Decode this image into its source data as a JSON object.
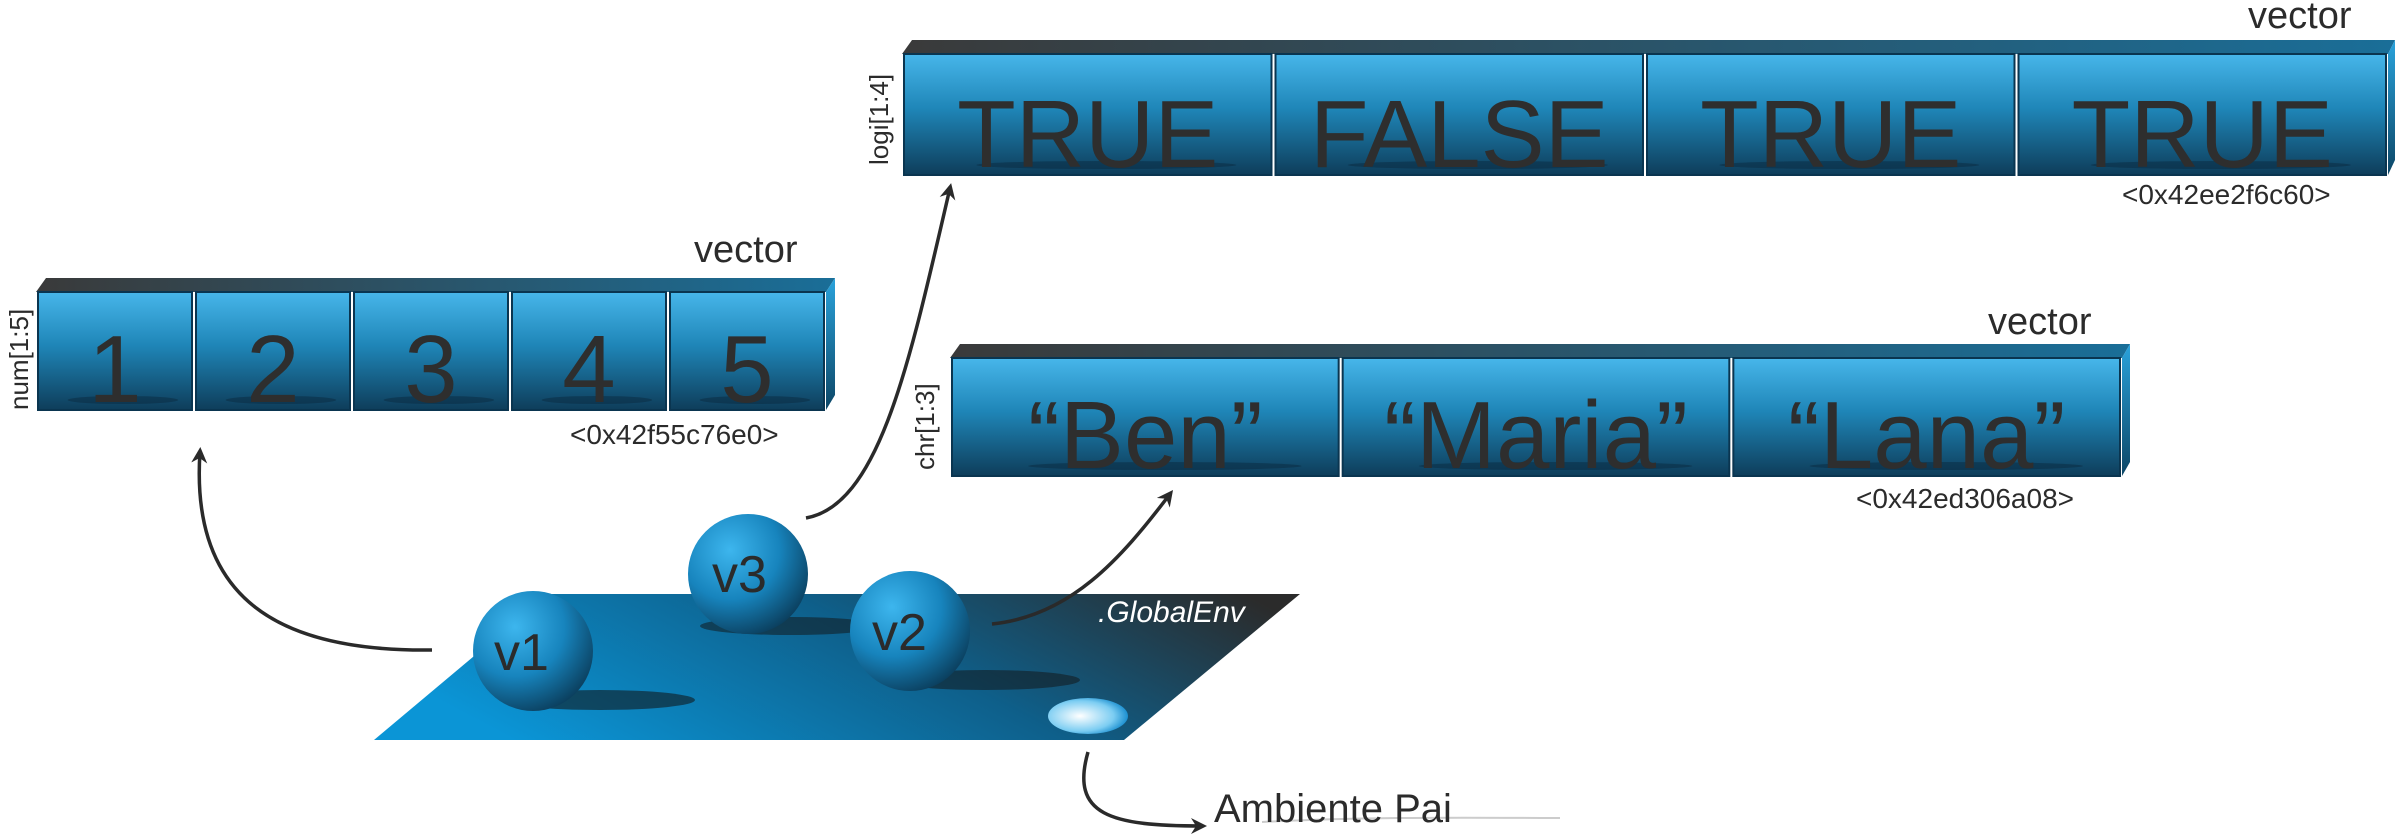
{
  "vectors": {
    "logi": {
      "type_label": "vector",
      "dim_label": "logi[1:4]",
      "address": "<0x42ee2f6c60>",
      "cells": [
        "TRUE",
        "FALSE",
        "TRUE",
        "TRUE"
      ]
    },
    "num": {
      "type_label": "vector",
      "dim_label": "num[1:5]",
      "address": "<0x42f55c76e0>",
      "cells": [
        "1",
        "2",
        "3",
        "4",
        "5"
      ]
    },
    "chr": {
      "type_label": "vector",
      "dim_label": "chr[1:3]",
      "address": "<0x42ed306a08>",
      "cells": [
        "“Ben”",
        "“Maria”",
        "“Lana”"
      ]
    }
  },
  "environment": {
    "name": ".GlobalEnv",
    "parent_label": "Ambiente Pai",
    "variables": {
      "v1": "v1",
      "v2": "v2",
      "v3": "v3"
    }
  },
  "colors": {
    "cell_top": "#3fb0e6",
    "cell_bottom": "#0f4c6e",
    "cell_face_shadow": "#0d3a55",
    "plane_light": "#0a8fd0",
    "plane_dark": "#2d2d2d",
    "arrow": "#2a2a2a"
  }
}
